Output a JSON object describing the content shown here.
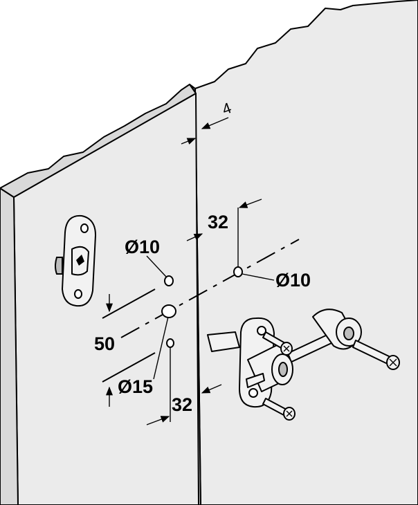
{
  "dimensions": {
    "gap": "4",
    "right_hole_offset": "32",
    "left_hole_diameter": "Ø10",
    "right_hole_diameter": "Ø10",
    "height": "50",
    "center_hole_diameter": "Ø15",
    "bottom_offset": "32"
  }
}
